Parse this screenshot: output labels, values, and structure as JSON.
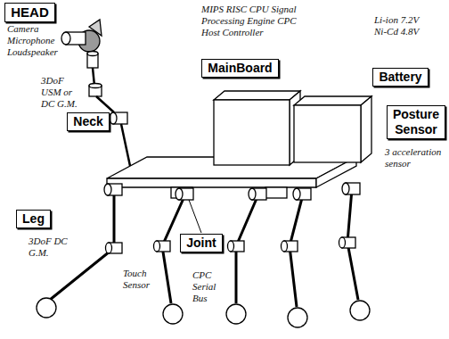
{
  "diagram": {
    "nodes": [
      {
        "text": [
          "HEAD"
        ]
      },
      {
        "text": [
          "MainBoard"
        ]
      },
      {
        "text": [
          "Battery"
        ]
      },
      {
        "text": [
          "Neck"
        ]
      },
      {
        "text": [
          "Posture Sensor"
        ]
      },
      {
        "text": [
          "Leg"
        ]
      },
      {
        "text": [
          "Joint"
        ]
      }
    ],
    "labels": [
      "MIPS RISC CPU Signal Processing Engine CPC Host Controller",
      "Li-ion 7.2V Ni-Cd 4.8V",
      "Camera Microphone Loudspeaker",
      "3DoF USM or DC G.M.",
      "3 acceleration sensor",
      "3DoF DC G.M.",
      "Touch Sensor",
      "CPC Serial Bus"
    ]
  }
}
